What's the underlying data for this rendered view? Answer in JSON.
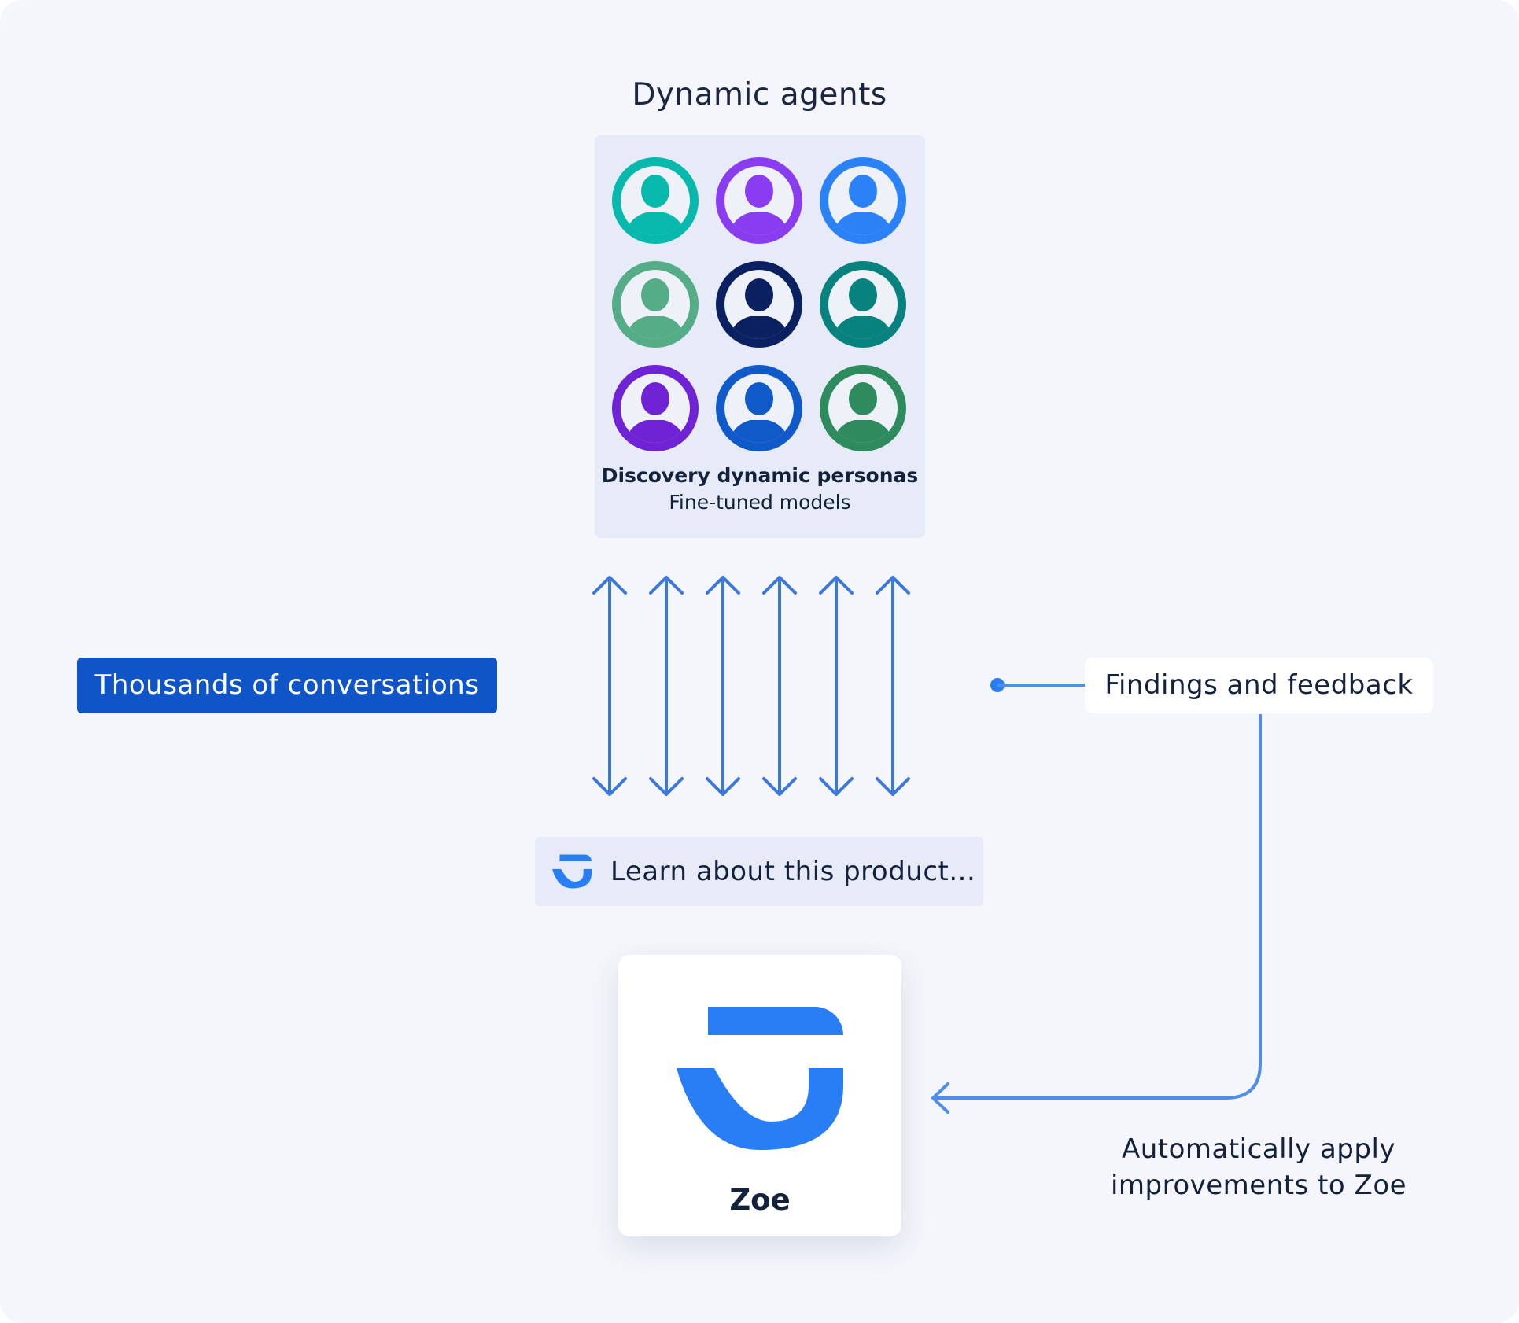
{
  "title": "Dynamic agents",
  "personas": {
    "title": "Discovery dynamic personas",
    "subtitle": "Fine-tuned models",
    "avatars": [
      {
        "icon": "person-icon",
        "color": "#07b8ad"
      },
      {
        "icon": "person-icon",
        "color": "#8a3cf0"
      },
      {
        "icon": "person-icon",
        "color": "#2b82f6"
      },
      {
        "icon": "person-icon",
        "color": "#55ad87"
      },
      {
        "icon": "person-icon",
        "color": "#0a2060"
      },
      {
        "icon": "person-icon",
        "color": "#07827e"
      },
      {
        "icon": "person-icon",
        "color": "#7023d4"
      },
      {
        "icon": "person-icon",
        "color": "#0f5ac8"
      },
      {
        "icon": "person-icon",
        "color": "#2e8b5e"
      }
    ]
  },
  "conversations_label": "Thousands of conversations",
  "findings_label": "Findings and feedback",
  "prompt": {
    "icon": "zoe-logo-icon",
    "text": "Learn about this product..."
  },
  "zoe": {
    "icon": "zoe-logo-icon",
    "label": "Zoe"
  },
  "apply_label": "Automatically apply improvements to Zoe",
  "colors": {
    "background": "#f4f6fb",
    "panel": "#e6ebf7",
    "primary_blue": "#0f55c8",
    "brand_blue": "#2a7ef5",
    "connector_blue": "#4e8de8",
    "arrow_blue": "#3b78d8"
  }
}
